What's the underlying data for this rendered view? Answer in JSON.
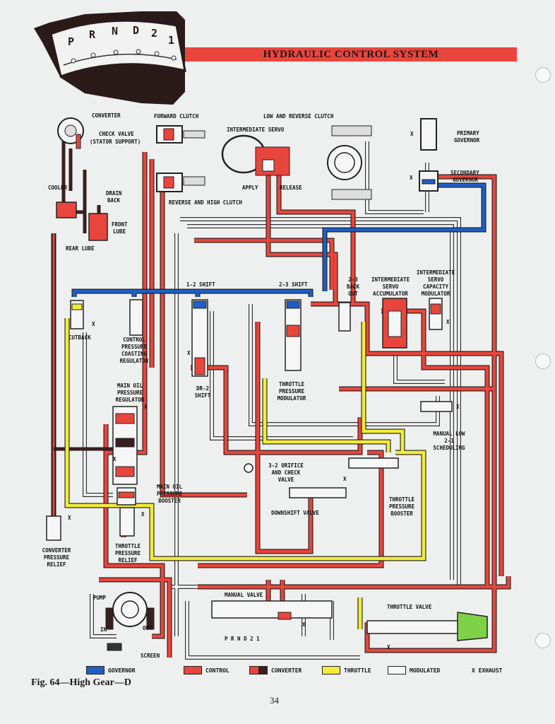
{
  "header": {
    "selector_letters": [
      "P",
      "R",
      "N",
      "D",
      "2",
      "1"
    ],
    "title": "HYDRAULIC CONTROL SYSTEM"
  },
  "labels": {
    "converter": "CONVERTER",
    "check_valve_1": "CHECK VALVE",
    "check_valve_2": "(STATOR SUPPORT)",
    "forward_clutch": "FORWARD CLUTCH",
    "low_reverse_clutch": "LOW AND REVERSE CLUTCH",
    "intermediate_servo": "INTERMEDIATE SERVO",
    "apply": "APPLY",
    "release": "RELEASE",
    "reverse_high_clutch": "REVERSE AND HIGH CLUTCH",
    "primary_governor_1": "PRIMARY",
    "primary_governor_2": "GOVERNOR",
    "secondary_governor_1": "SECONDARY",
    "secondary_governor_2": "GOVERNOR",
    "cooler": "COOLER",
    "drain_back_1": "DRAIN",
    "drain_back_2": "BACK",
    "front_lube_1": "FRONT",
    "front_lube_2": "LUBE",
    "rear_lube": "REAR LUBE",
    "shift_12": "1-2 SHIFT",
    "shift_23": "2-3 SHIFT",
    "backout_1": "2-3",
    "backout_2": "BACK",
    "backout_3": "OUT",
    "servo_acc_1": "INTERMEDIATE",
    "servo_acc_2": "SERVO",
    "servo_acc_3": "ACCUMULATOR",
    "servo_mod_1": "INTERMEDIATE",
    "servo_mod_2": "SERVO",
    "servo_mod_3": "CAPACITY",
    "servo_mod_4": "MODULATOR",
    "cutback": "CUTBACK",
    "control_reg_1": "CONTROL",
    "control_reg_2": "PRESSURE",
    "control_reg_3": "COASTING",
    "control_reg_4": "REGULATOR",
    "main_reg_1": "MAIN OIL",
    "main_reg_2": "PRESSURE",
    "main_reg_3": "REGULATOR",
    "dr2_1": "DR-2",
    "dr2_2": "SHIFT",
    "tpm_1": "THROTTLE",
    "tpm_2": "PRESSURE",
    "tpm_3": "MODULATOR",
    "manual_low_1": "MANUAL LOW",
    "manual_low_2": "2-1",
    "manual_low_3": "SCHEDULING",
    "orifice_1": "3-2 ORIFICE",
    "orifice_2": "AND CHECK",
    "orifice_3": "VALVE",
    "main_booster_1": "MAIN OIL",
    "main_booster_2": "PRESSURE",
    "main_booster_3": "BOOSTER",
    "downshift_valve": "DOWNSHIFT VALVE",
    "tp_booster_1": "THROTTLE",
    "tp_booster_2": "PRESSURE",
    "tp_booster_3": "BOOSTER",
    "conv_relief_1": "CONVERTER",
    "conv_relief_2": "PRESSURE",
    "conv_relief_3": "RELIEF",
    "tp_relief_1": "THROTTLE",
    "tp_relief_2": "PRESSURE",
    "tp_relief_3": "RELIEF",
    "pump": "PUMP",
    "pump_in": "IN",
    "pump_out": "OUT",
    "screen": "SCREEN",
    "manual_valve": "MANUAL VALVE",
    "manual_positions": "P R N D 2 1",
    "throttle_valve": "THROTTLE VALVE",
    "exhaust_mark": "X"
  },
  "legend": [
    {
      "label": "GOVERNOR",
      "color": "#1f5fc4"
    },
    {
      "label": "CONTROL",
      "color": "#e8463c"
    },
    {
      "label": "CONVERTER",
      "color": "split"
    },
    {
      "label": "THROTTLE",
      "color": "#f2ec3a"
    },
    {
      "label": "MODULATED",
      "color": "#f6f6f6"
    }
  ],
  "legend_exhaust": "X EXHAUST",
  "caption": "Fig. 64—High Gear—D",
  "page_number": "34",
  "colors": {
    "control": "#e8463c",
    "governor": "#1f5fc4",
    "throttle": "#f2ec3a",
    "converter": "#3a1f1f",
    "modulated": "#f6f6f6"
  }
}
